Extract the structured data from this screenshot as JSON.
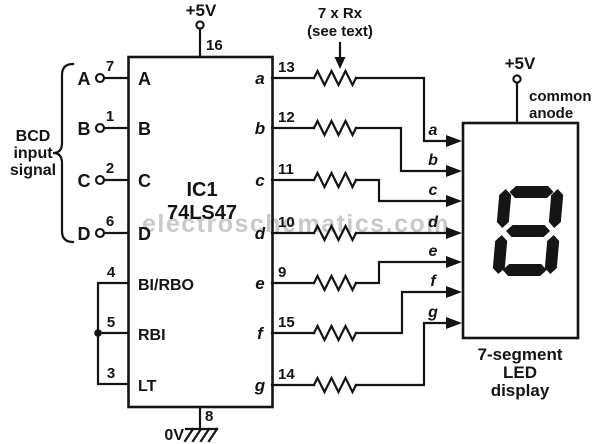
{
  "watermark": "electroschematics.com",
  "ic": {
    "ref": "IC1",
    "part": "74LS47",
    "top_power": "+5V",
    "top_pin": "16",
    "bottom_pin": "8",
    "ground_label": "0V"
  },
  "bcd_label": {
    "line1": "BCD",
    "line2": "input",
    "line3": "signal"
  },
  "inputs": [
    {
      "label": "A",
      "pin": "7"
    },
    {
      "label": "B",
      "pin": "1"
    },
    {
      "label": "C",
      "pin": "2"
    },
    {
      "label": "D",
      "pin": "6"
    }
  ],
  "controls": [
    {
      "label": "BI/RBO",
      "pin": "4"
    },
    {
      "label": "RBI",
      "pin": "5"
    },
    {
      "label": "LT",
      "pin": "3"
    }
  ],
  "outputs": [
    {
      "label": "a",
      "pin": "13"
    },
    {
      "label": "b",
      "pin": "12"
    },
    {
      "label": "c",
      "pin": "11"
    },
    {
      "label": "d",
      "pin": "10"
    },
    {
      "label": "e",
      "pin": "9"
    },
    {
      "label": "f",
      "pin": "15"
    },
    {
      "label": "g",
      "pin": "14"
    }
  ],
  "resistors": {
    "note_line1": "7 x Rx",
    "note_line2": "(see text)"
  },
  "display": {
    "power": "+5V",
    "anode_line1": "common",
    "anode_line2": "anode",
    "segments": [
      "a",
      "b",
      "c",
      "d",
      "e",
      "f",
      "g"
    ],
    "caption_line1": "7-segment",
    "caption_line2": "LED",
    "caption_line3": "display"
  }
}
